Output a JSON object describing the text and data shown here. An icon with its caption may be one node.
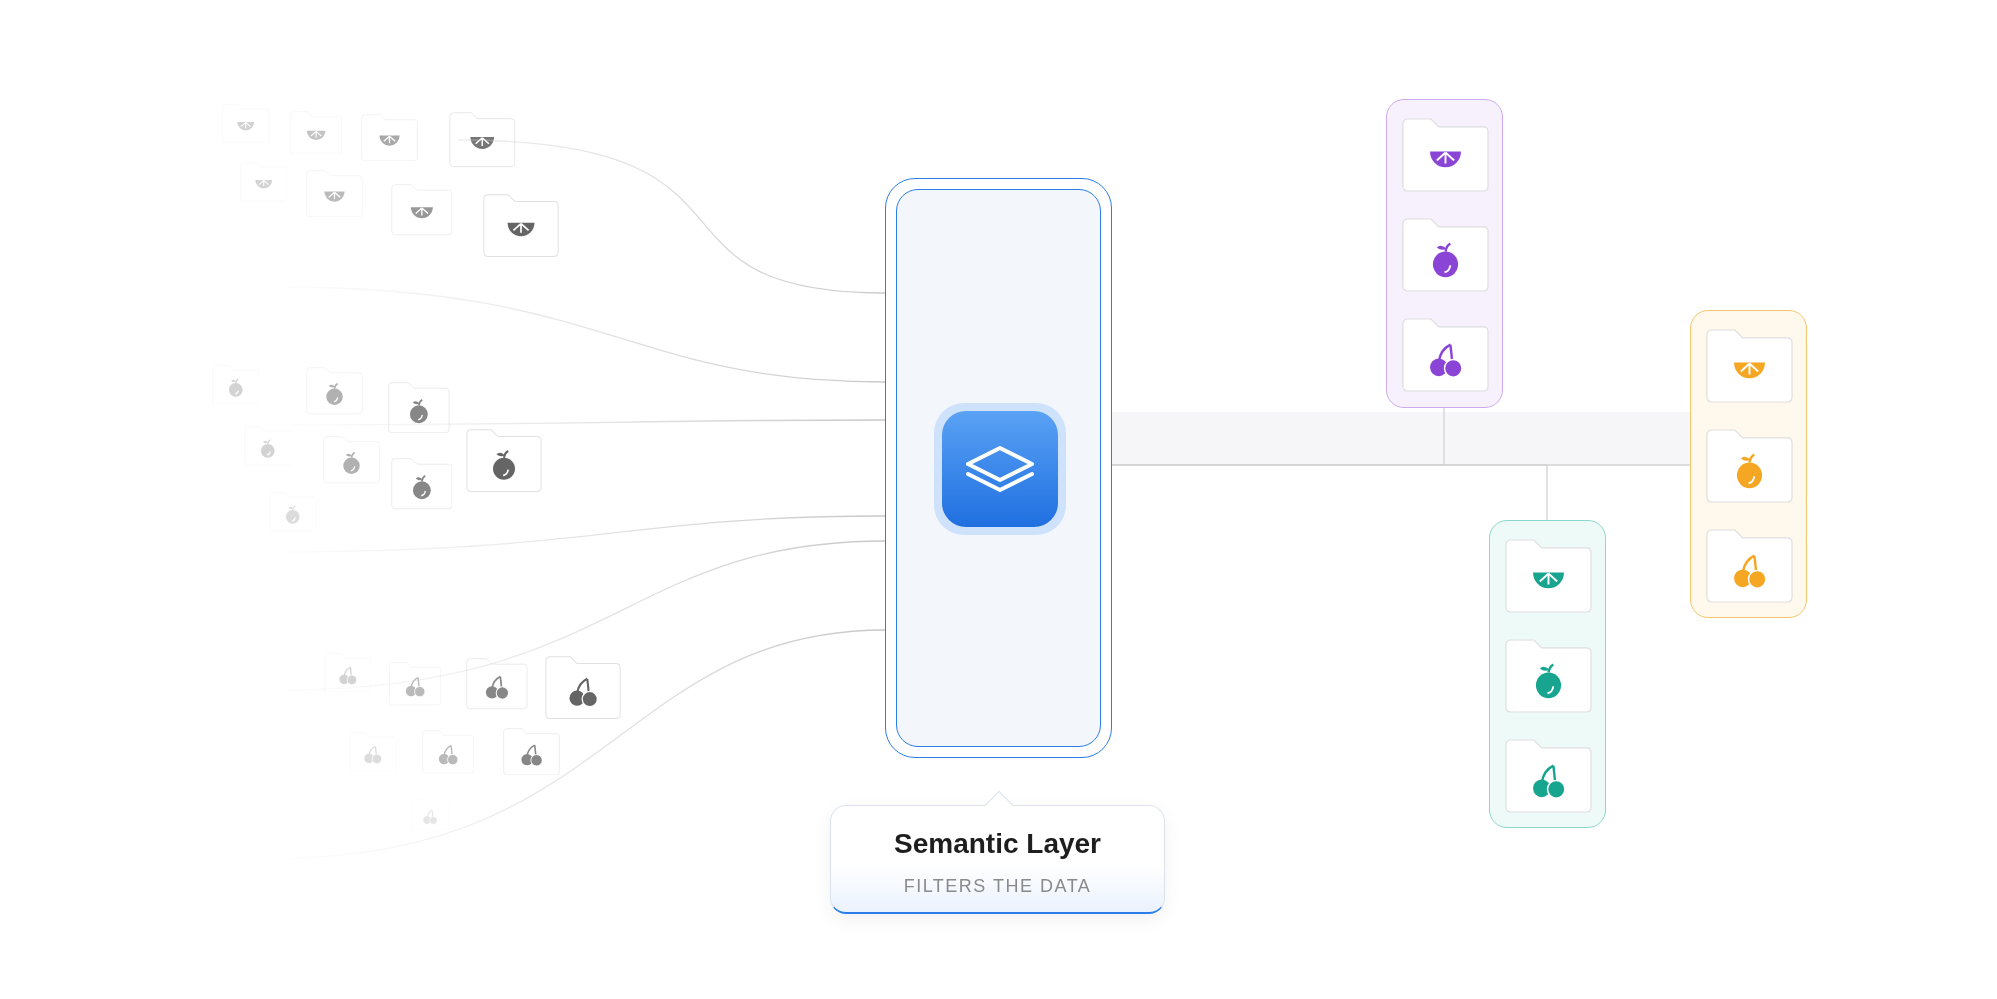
{
  "diagram": {
    "nodes": [
      {
        "text": [],
        "shape": "box"
      },
      {
        "text": [
          "Semantic Layer",
          "FILTERS THE DATA"
        ]
      },
      {
        "text": [],
        "shape": "box"
      },
      {
        "text": [],
        "shape": "folder",
        "in": 2
      },
      {
        "text": [],
        "shape": "folder",
        "in": 2
      },
      {
        "text": [],
        "shape": "folder",
        "in": 2
      },
      {
        "text": [],
        "shape": "box"
      },
      {
        "text": [],
        "shape": "folder",
        "in": 6
      },
      {
        "text": [],
        "shape": "folder",
        "in": 6
      },
      {
        "text": [],
        "shape": "folder",
        "in": 6
      },
      {
        "text": [],
        "shape": "box"
      },
      {
        "text": [],
        "shape": "folder",
        "in": 10
      },
      {
        "text": [],
        "shape": "folder",
        "in": 10
      },
      {
        "text": [],
        "shape": "folder",
        "in": 10
      }
    ],
    "edges": [
      {
        "from": null,
        "to": 0,
        "arrow": "none"
      },
      {
        "from": null,
        "to": 0,
        "arrow": "none"
      },
      {
        "from": null,
        "to": 0,
        "arrow": "none"
      },
      {
        "from": null,
        "to": 0,
        "arrow": "none"
      },
      {
        "from": null,
        "to": 0,
        "arrow": "none"
      },
      {
        "from": null,
        "to": 0,
        "arrow": "none"
      },
      {
        "from": 0,
        "to": 2,
        "arrow": "none"
      },
      {
        "from": 0,
        "to": 6,
        "arrow": "none"
      },
      {
        "from": 0,
        "to": 10,
        "arrow": "none"
      }
    ]
  }
}
